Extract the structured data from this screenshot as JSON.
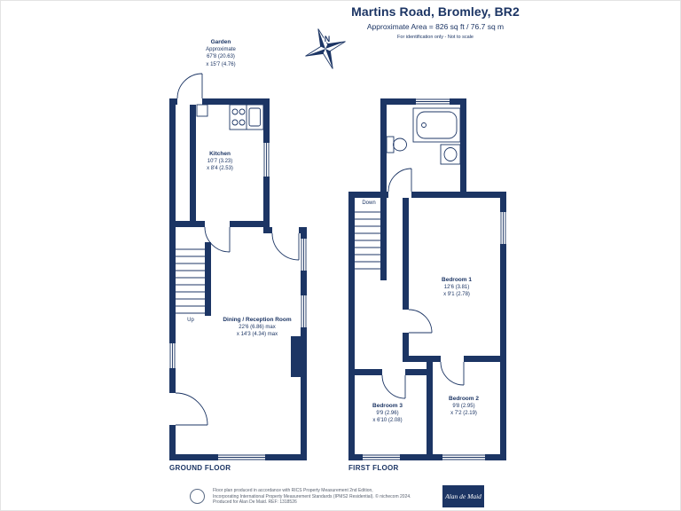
{
  "header": {
    "title": "Martins Road, Bromley, BR2",
    "area_line": "Approximate Area = 826 sq ft / 76.7 sq m",
    "disclaimer": "For identification only - Not to scale"
  },
  "compass": {
    "north_label": "N"
  },
  "garden": {
    "name": "Garden",
    "note": "Approximate",
    "dim_a": "67'8 (20.63)",
    "dim_b": "x 15'7 (4.76)"
  },
  "ground_floor": {
    "floor_label": "GROUND FLOOR",
    "stairs_label": "Up",
    "kitchen": {
      "name": "Kitchen",
      "dim_a": "10'7 (3.23)",
      "dim_b": "x 8'4 (2.53)"
    },
    "dining": {
      "name": "Dining / Reception Room",
      "dim_a": "22'6 (6.86) max",
      "dim_b": "x 14'3 (4.34) max"
    }
  },
  "first_floor": {
    "floor_label": "FIRST FLOOR",
    "stairs_label": "Down",
    "bedroom1": {
      "name": "Bedroom 1",
      "dim_a": "12'6 (3.81)",
      "dim_b": "x 9'1 (2.78)"
    },
    "bedroom2": {
      "name": "Bedroom 2",
      "dim_a": "9'8 (2.95)",
      "dim_b": "x 7'2 (2.19)"
    },
    "bedroom3": {
      "name": "Bedroom 3",
      "dim_a": "9'9 (2.96)",
      "dim_b": "x 6'10 (2.08)"
    }
  },
  "footer": {
    "line1": "Floor plan produced in accordance with RICS Property Measurement 2nd Edition,",
    "line2": "Incorporating International Property Measurement Standards (IPMS2 Residential). © nichecom 2024.",
    "line3": "Produced for Alan De Maid.  REF: 1318526",
    "agent_logo_text": "Alan de Maid"
  },
  "colors": {
    "wall": "#1c3564",
    "text": "#1c3564"
  }
}
